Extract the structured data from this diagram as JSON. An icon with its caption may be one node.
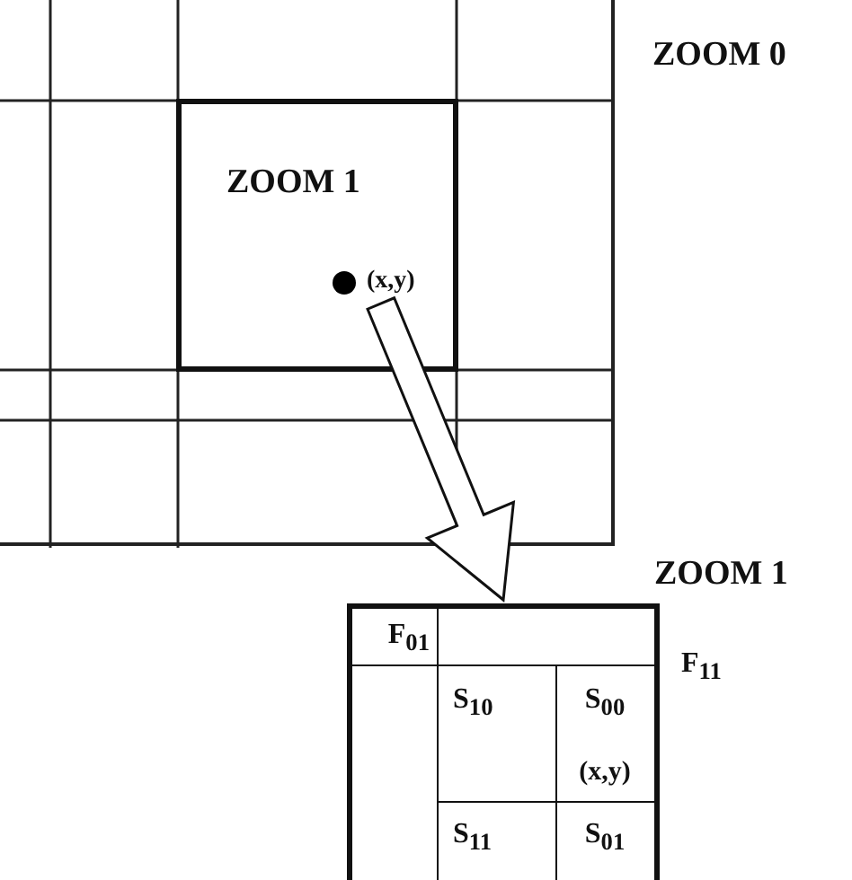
{
  "diagram": {
    "nodes": [
      {
        "text": [
          "ZOOM 0"
        ]
      },
      {
        "text": [
          "ZOOM 1"
        ],
        "in": 0
      },
      {
        "text": [
          "(x,y)"
        ],
        "in": 1
      },
      {
        "text": [
          "ZOOM 1"
        ],
        "beside": [
          "F$_{11}$"
        ]
      },
      {
        "text": [
          "F$_{01}$"
        ],
        "in": 3
      },
      {
        "text": [
          "S$_{10}$"
        ],
        "in": 3
      },
      {
        "text": [
          "S$_{00}$",
          "(x,y)"
        ],
        "in": 3
      },
      {
        "text": [
          "S$_{11}$"
        ],
        "in": 3
      },
      {
        "text": [
          "S$_{01}$"
        ],
        "in": 3
      }
    ],
    "edges": [
      {
        "from": 2,
        "to": 3,
        "arrow": "to"
      }
    ]
  }
}
